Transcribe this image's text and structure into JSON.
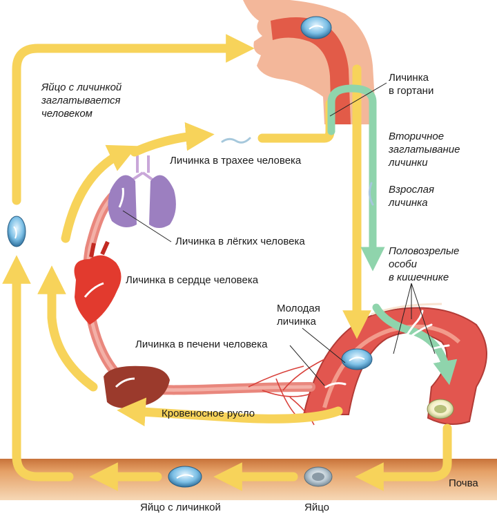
{
  "labels": {
    "egg_swallowed": "Яйцо с личинкой\nзаглатывается\nчеловеком",
    "larva_larynx": "Личинка\nв гортани",
    "secondary_swallowing": "Вторичное\nзаглатывание\nличинки",
    "adult_larva": "Взрослая\nличинка",
    "mature_in_intestine": "Половозрелые\nособи\nв кишечнике",
    "larva_trachea": "Личинка в трахее человека",
    "larva_lungs": "Личинка в лёгких человека",
    "larva_heart": "Личинка в сердце человека",
    "young_larva": "Молодая\nличинка",
    "larva_liver": "Личинка в печени человека",
    "bloodstream": "Кровеносное русло",
    "soil": "Почва",
    "egg_with_larva": "Яйцо с личинкой",
    "egg": "Яйцо"
  },
  "colors": {
    "cycle_arrow": "#f7d35a",
    "migration_arrow": "#8fd4ac",
    "soil": "#d98a45",
    "tissue": "#e2564f",
    "lung": "#9c7fc0",
    "liver": "#9b3a2c",
    "egg": "#6ab0d8"
  }
}
